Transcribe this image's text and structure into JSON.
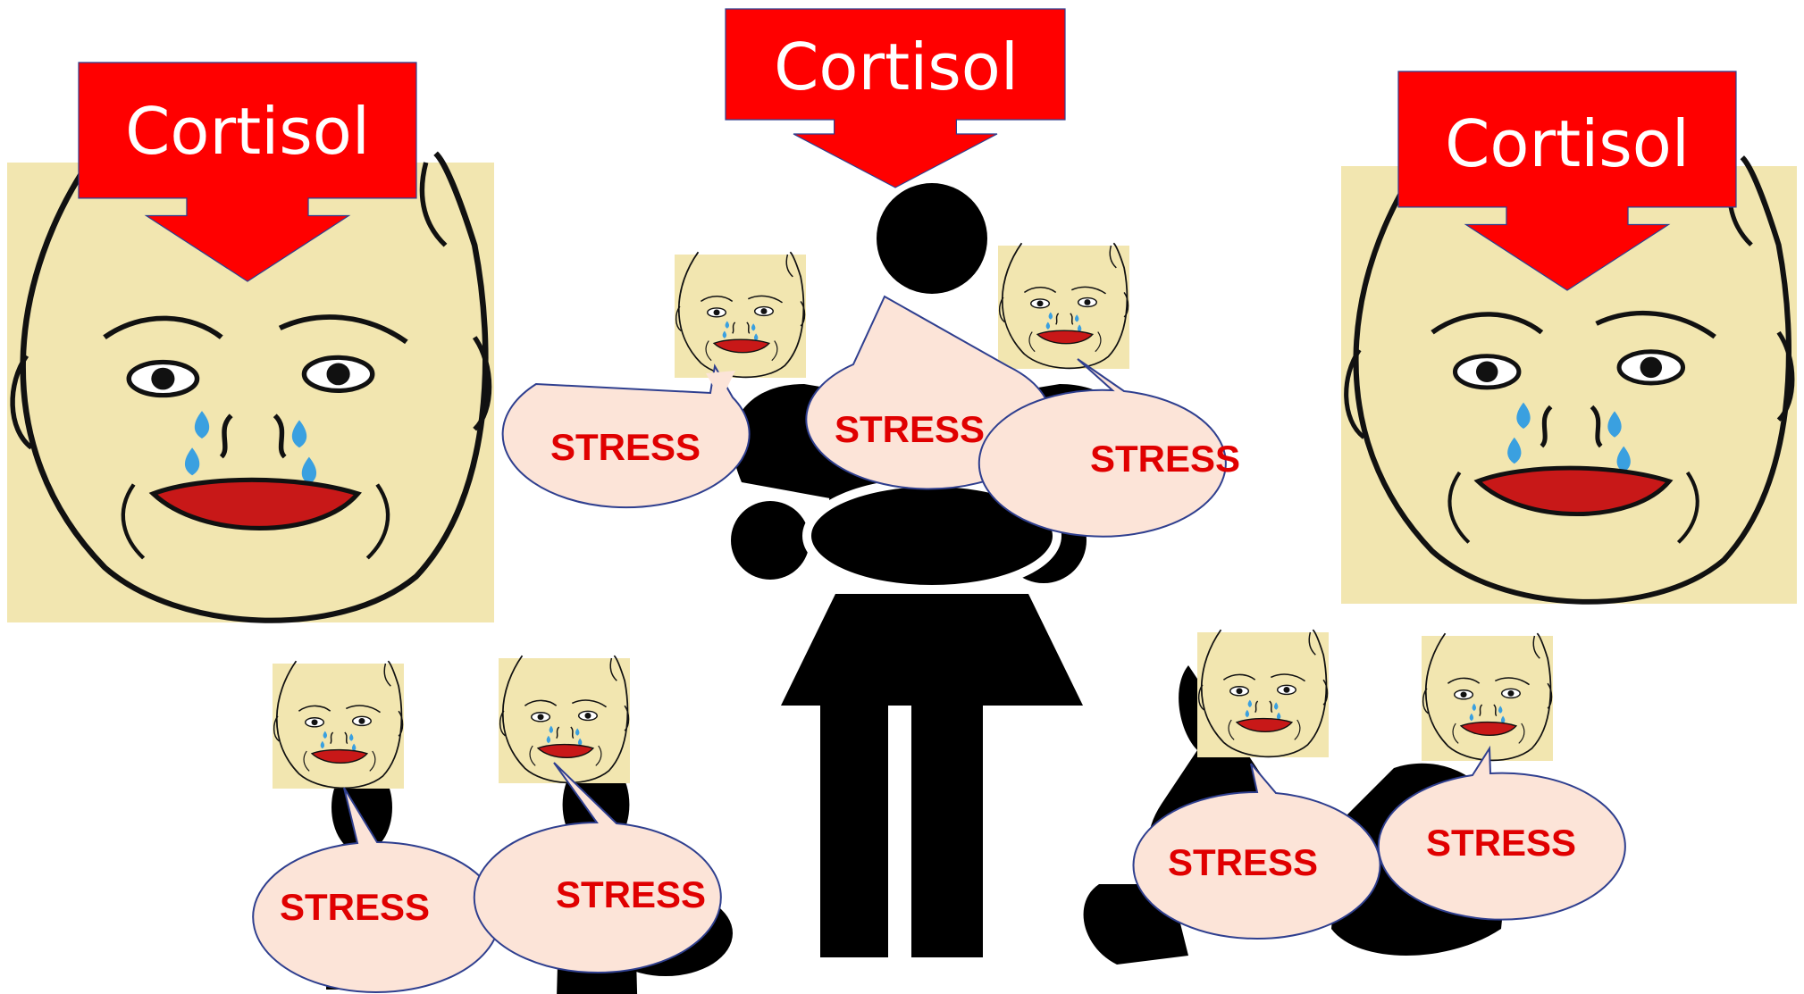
{
  "cortisol_label": "Cortisol",
  "stress_label": "STRESS",
  "colors": {
    "arrow_fill": "#ff0000",
    "arrow_stroke": "#2f3f8f",
    "skin": "#f2e6b0",
    "bubble_fill": "#fce4d8",
    "bubble_stroke": "#2f3f8f",
    "stress_text": "#e00000",
    "figure": "#000000",
    "tear": "#3aa0e0",
    "mouth": "#c81818"
  },
  "icons": {
    "face": "crying-baby-face",
    "arrow": "down-arrow-callout",
    "bubble": "speech-bubble",
    "adult": "woman-silhouette",
    "child": "child-silhouette"
  }
}
